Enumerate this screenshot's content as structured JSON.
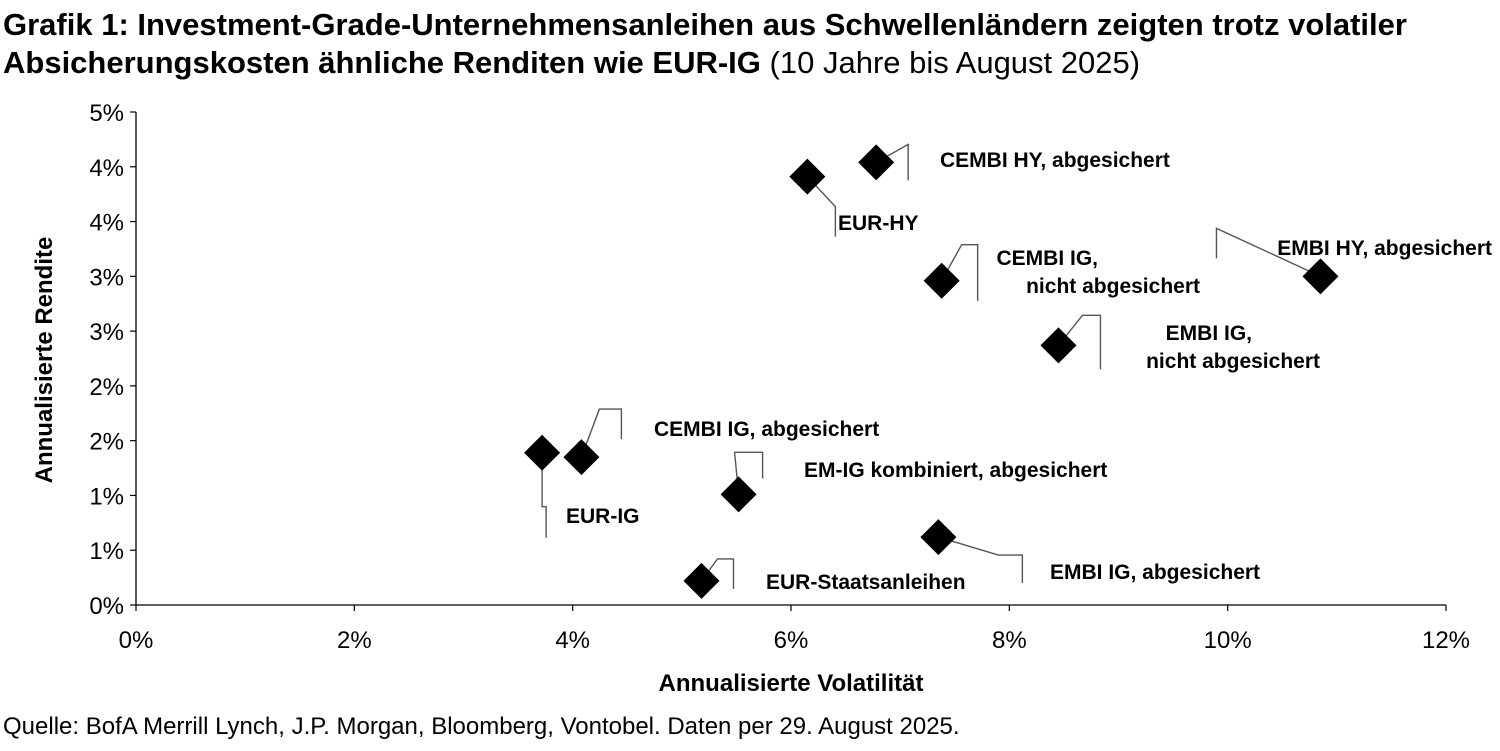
{
  "title": {
    "bold": "Grafik 1: Investment-Grade-Unternehmensanleihen aus Schwellenländern zeigten trotz volatiler Absicherungskosten ähnliche Renditen wie EUR-IG",
    "normal": "(10 Jahre bis August 2025)"
  },
  "source": "Quelle: BofA Merrill Lynch, J.P. Morgan, Bloomberg, Vontobel. Daten per 29. August 2025.",
  "chart_data": {
    "type": "scatter",
    "xlabel": "Annualisierte Volatilität",
    "ylabel": "Annualisierte Rendite",
    "xlim": [
      0,
      12
    ],
    "ylim": [
      0,
      4.5
    ],
    "x_ticks": [
      0,
      2,
      4,
      6,
      8,
      10,
      12
    ],
    "x_tick_labels": [
      "0%",
      "2%",
      "4%",
      "6%",
      "8%",
      "10%",
      "12%"
    ],
    "y_ticks": [
      0,
      0.5,
      1.0,
      1.5,
      2.0,
      2.5,
      3.0,
      3.5,
      4.0,
      4.5
    ],
    "y_tick_labels": [
      "0%",
      "1%",
      "1%",
      "2%",
      "2%",
      "3%",
      "3%",
      "4%",
      "4%",
      "5%"
    ],
    "grid": false,
    "marker": "diamond",
    "marker_color": "#000000",
    "points": [
      {
        "label": "CEMBI HY, abgesichert",
        "x": 6.78,
        "y": 4.04
      },
      {
        "label": "EUR-HY",
        "x": 6.15,
        "y": 3.91
      },
      {
        "label": "EMBI HY, abgesichert",
        "x": 10.85,
        "y": 3.0
      },
      {
        "label": "CEMBI IG, nicht abgesichert",
        "x": 7.38,
        "y": 2.96
      },
      {
        "label": "EMBI IG, nicht abgesichert",
        "x": 8.45,
        "y": 2.37
      },
      {
        "label": "EUR-IG",
        "x": 3.72,
        "y": 1.39
      },
      {
        "label": "CEMBI IG, abgesichert",
        "x": 4.08,
        "y": 1.35
      },
      {
        "label": "EM-IG kombiniert, abgesichert",
        "x": 5.52,
        "y": 1.01
      },
      {
        "label": "EMBI IG, abgesichert",
        "x": 7.35,
        "y": 0.62
      },
      {
        "label": "EUR-Staatsanleihen",
        "x": 5.18,
        "y": 0.22
      }
    ]
  }
}
